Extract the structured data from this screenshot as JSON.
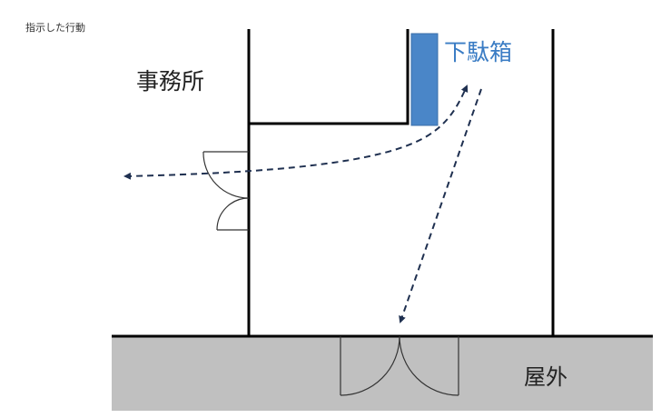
{
  "caption": "指示した行動",
  "labels": {
    "office": "事務所",
    "shoe_box": "下駄箱",
    "outside": "屋外"
  },
  "colors": {
    "shoe_box_fill": "#4a86c8",
    "shoe_box_text": "#3a7cc4",
    "path": "#1f3050",
    "outside_fill": "#c0c0c0"
  }
}
